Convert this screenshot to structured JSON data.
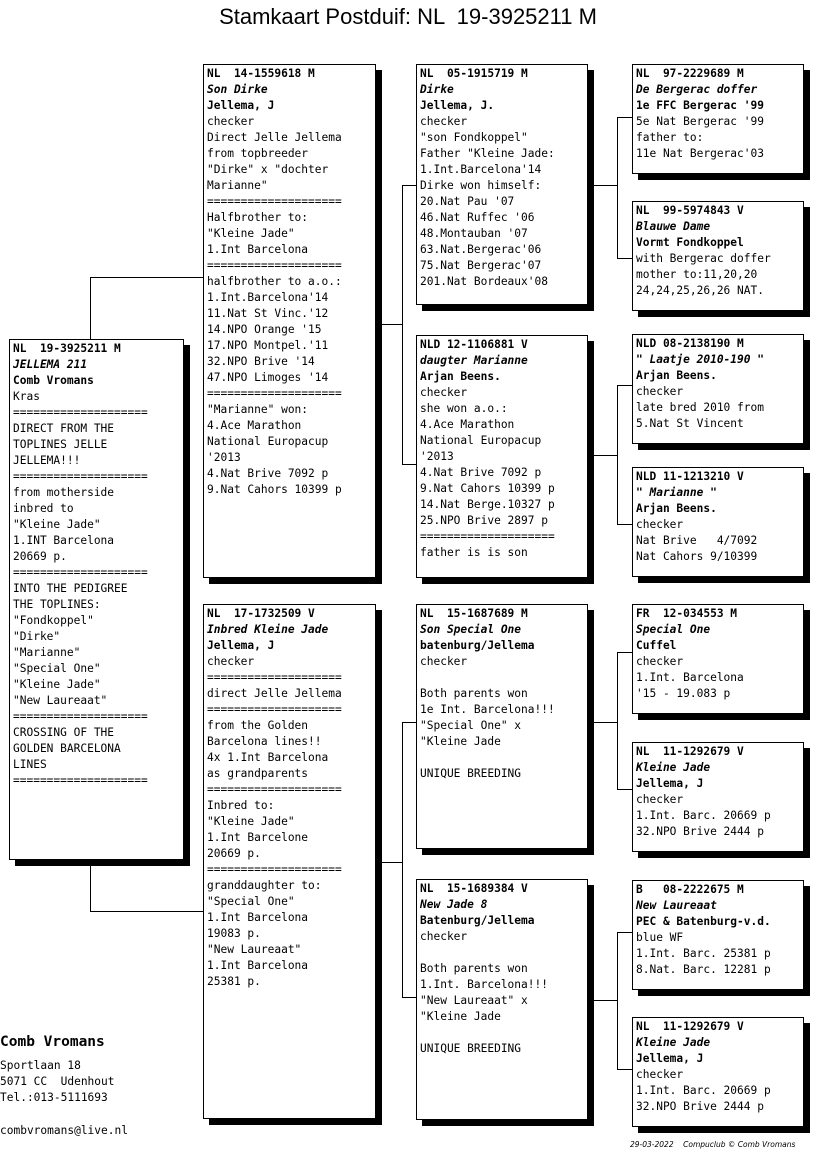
{
  "title": "Stamkaart Postduif: NL  19-3925211 M",
  "cards": {
    "subject": {
      "ring": "NL  19-3925211 M",
      "name": "JELLEMA 211",
      "owner": "Comb Vromans",
      "lines": [
        "Kras",
        "====================",
        "DIRECT FROM THE",
        "TOPLINES JELLE",
        "JELLEMA!!!",
        "====================",
        "from motherside",
        "inbred to",
        "\"Kleine Jade\"",
        "1.INT Barcelona",
        "20669 p.",
        "====================",
        "INTO THE PEDIGREE",
        "THE TOPLINES:",
        "\"Fondkoppel\"",
        "\"Dirke\"",
        "\"Marianne\"",
        "\"Special One\"",
        "\"Kleine Jade\"",
        "\"New Laureaat\"",
        "====================",
        "CROSSING OF THE",
        "GOLDEN BARCELONA",
        "LINES",
        "===================="
      ]
    },
    "father": {
      "ring": "NL  14-1559618 M",
      "name": "Son Dirke",
      "owner": "Jellema, J",
      "lines": [
        "checker",
        "Direct Jelle Jellema",
        "from topbreeder",
        "\"Dirke\" x \"dochter",
        "Marianne\"",
        "====================",
        "Halfbrother to:",
        "\"Kleine Jade\"",
        "1.Int Barcelona",
        "====================",
        "halfbrother to a.o.:",
        "1.Int.Barcelona'14",
        "11.Nat St Vinc.'12",
        "14.NPO Orange '15",
        "17.NPO Montpel.'11",
        "32.NPO Brive '14",
        "47.NPO Limoges '14",
        "====================",
        "\"Marianne\" won:",
        "4.Ace Marathon",
        "National Europacup",
        "'2013",
        "4.Nat Brive 7092 p",
        "9.Nat Cahors 10399 p"
      ]
    },
    "mother": {
      "ring": "NL  17-1732509 V",
      "name": "Inbred Kleine Jade",
      "owner": "Jellema, J",
      "lines": [
        "checker",
        "====================",
        "direct Jelle Jellema",
        "====================",
        "from the Golden",
        "Barcelona lines!!",
        "4x 1.Int Barcelona",
        "as grandparents",
        "====================",
        "Inbred to:",
        "\"Kleine Jade\"",
        "1.Int Barcelone",
        "20669 p.",
        "====================",
        "granddaughter to:",
        "\"Special One\"",
        "1.Int Barcelona",
        "19083 p.",
        "\"New Laureaat\"",
        "1.Int Barcelona",
        "25381 p."
      ]
    },
    "ff": {
      "ring": "NL  05-1915719 M",
      "name": "Dirke",
      "owner": "Jellema, J.",
      "lines": [
        "checker",
        "\"son Fondkoppel\"",
        "Father \"Kleine Jade:",
        "1.Int.Barcelona'14",
        "Dirke won himself:",
        "20.Nat Pau '07",
        "46.Nat Ruffec '06",
        "48.Montauban '07",
        "63.Nat.Bergerac'06",
        "75.Nat Bergerac'07",
        "201.Nat Bordeaux'08"
      ]
    },
    "fm": {
      "ring": "NLD 12-1106881 V",
      "name": "daugter Marianne",
      "owner": "Arjan Beens.",
      "lines": [
        "checker",
        "she won a.o.:",
        "4.Ace Marathon",
        "National Europacup",
        "'2013",
        "4.Nat Brive 7092 p",
        "9.Nat Cahors 10399 p",
        "14.Nat Berge.10327 p",
        "25.NPO Brive 2897 p",
        "====================",
        "father is is son"
      ]
    },
    "mf": {
      "ring": "NL  15-1687689 M",
      "name": "Son Special One",
      "owner": "batenburg/Jellema",
      "lines": [
        "checker",
        "",
        "Both parents won",
        "1e Int. Barcelona!!!",
        "\"Special One\" x",
        "\"Kleine Jade",
        "",
        "UNIQUE BREEDING"
      ]
    },
    "mm": {
      "ring": "NL  15-1689384 V",
      "name": "New Jade 8",
      "owner": "Batenburg/Jellema",
      "lines": [
        "checker",
        "",
        "Both parents won",
        "1.Int. Barcelona!!!",
        "\"New Laureaat\" x",
        "\"Kleine Jade",
        "",
        "UNIQUE BREEDING"
      ]
    },
    "fff": {
      "ring": "NL  97-2229689 M",
      "name": "De Bergerac doffer",
      "owner": "1e FFC Bergerac '99",
      "lines": [
        "5e Nat Bergerac '99",
        "father to:",
        "11e Nat Bergerac'03"
      ]
    },
    "ffm": {
      "ring": "NL  99-5974843 V",
      "name": "Blauwe Dame",
      "owner": "Vormt Fondkoppel",
      "lines": [
        "with Bergerac doffer",
        "mother to:11,20,20",
        "24,24,25,26,26 NAT."
      ]
    },
    "fmf": {
      "ring": "NLD 08-2138190 M",
      "name": "\" Laatje 2010-190 \"",
      "owner": "Arjan Beens.",
      "lines": [
        "checker",
        "late bred 2010 from",
        "5.Nat St Vincent"
      ]
    },
    "fmm": {
      "ring": "NLD 11-1213210 V",
      "name": "\" Marianne \"",
      "owner": "Arjan Beens.",
      "lines": [
        "checker",
        "Nat Brive   4/7092",
        "Nat Cahors 9/10399"
      ]
    },
    "mff": {
      "ring": "FR  12-034553 M",
      "name": "Special One",
      "owner": "Cuffel",
      "lines": [
        "checker",
        "1.Int. Barcelona",
        "'15 - 19.083 p"
      ]
    },
    "mfm": {
      "ring": "NL  11-1292679 V",
      "name": "Kleine Jade",
      "owner": "Jellema, J",
      "lines": [
        "checker",
        "1.Int. Barc. 20669 p",
        "32.NPO Brive 2444 p"
      ]
    },
    "mmf": {
      "ring": "B   08-2222675 M",
      "name": "New Laureaat",
      "owner": "PEC & Batenburg-v.d.",
      "lines": [
        "blue WF",
        "1.Int. Barc. 25381 p",
        "8.Nat. Barc. 12281 p"
      ]
    },
    "mmm": {
      "ring": "NL  11-1292679 V",
      "name": "Kleine Jade",
      "owner": "Jellema, J",
      "lines": [
        "checker",
        "1.Int. Barc. 20669 p",
        "32.NPO Brive 2444 p"
      ]
    }
  },
  "footer": {
    "name": "Comb Vromans",
    "address1": "Sportlaan 18",
    "address2": "5071 CC  Udenhout",
    "phone": "Tel.:013-5111693",
    "email": "combvromans@live.nl",
    "credit": "29-03-2022    Compuclub © Comb Vromans"
  }
}
